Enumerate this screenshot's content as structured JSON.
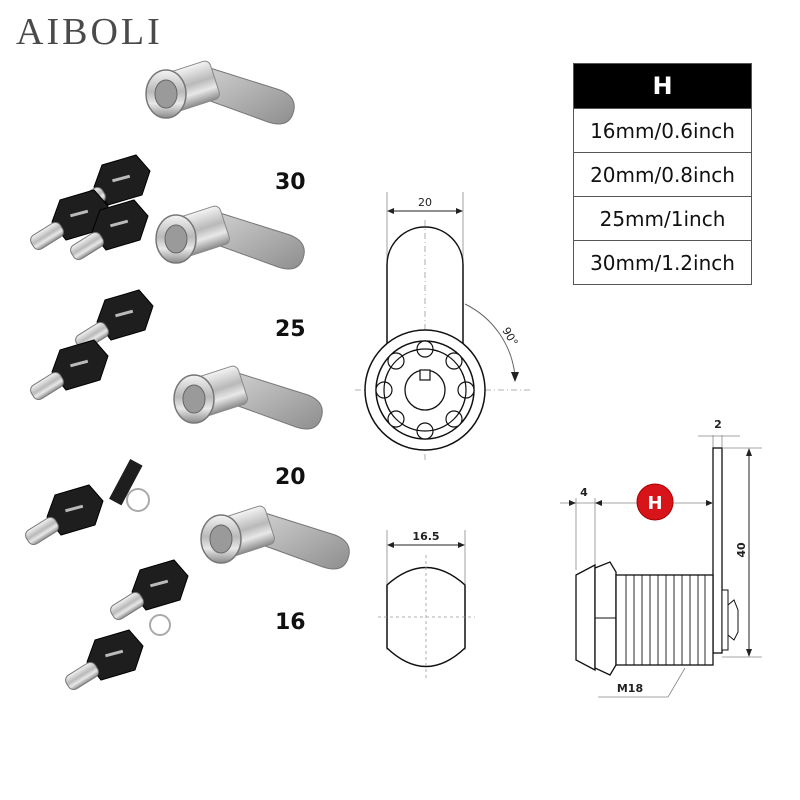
{
  "brand": "AIBOLI",
  "size_table": {
    "header": "H",
    "rows": [
      "16mm/0.6inch",
      "20mm/0.8inch",
      "25mm/1inch",
      "30mm/1.2inch"
    ]
  },
  "product_photos": {
    "labels": [
      "30",
      "25",
      "20",
      "16"
    ]
  },
  "front_view": {
    "width_label": "20",
    "rotation_label": "90°"
  },
  "bottom_view": {
    "width_label": "16.5"
  },
  "side_view": {
    "cam_thickness_label": "2",
    "cam_length_label": "40",
    "flange_label": "4",
    "h_badge": "H",
    "thread_label": "M18"
  },
  "colors": {
    "badge_red": "#d7141a",
    "table_header_bg": "#000000",
    "brand_gray": "#4a4a4a"
  }
}
